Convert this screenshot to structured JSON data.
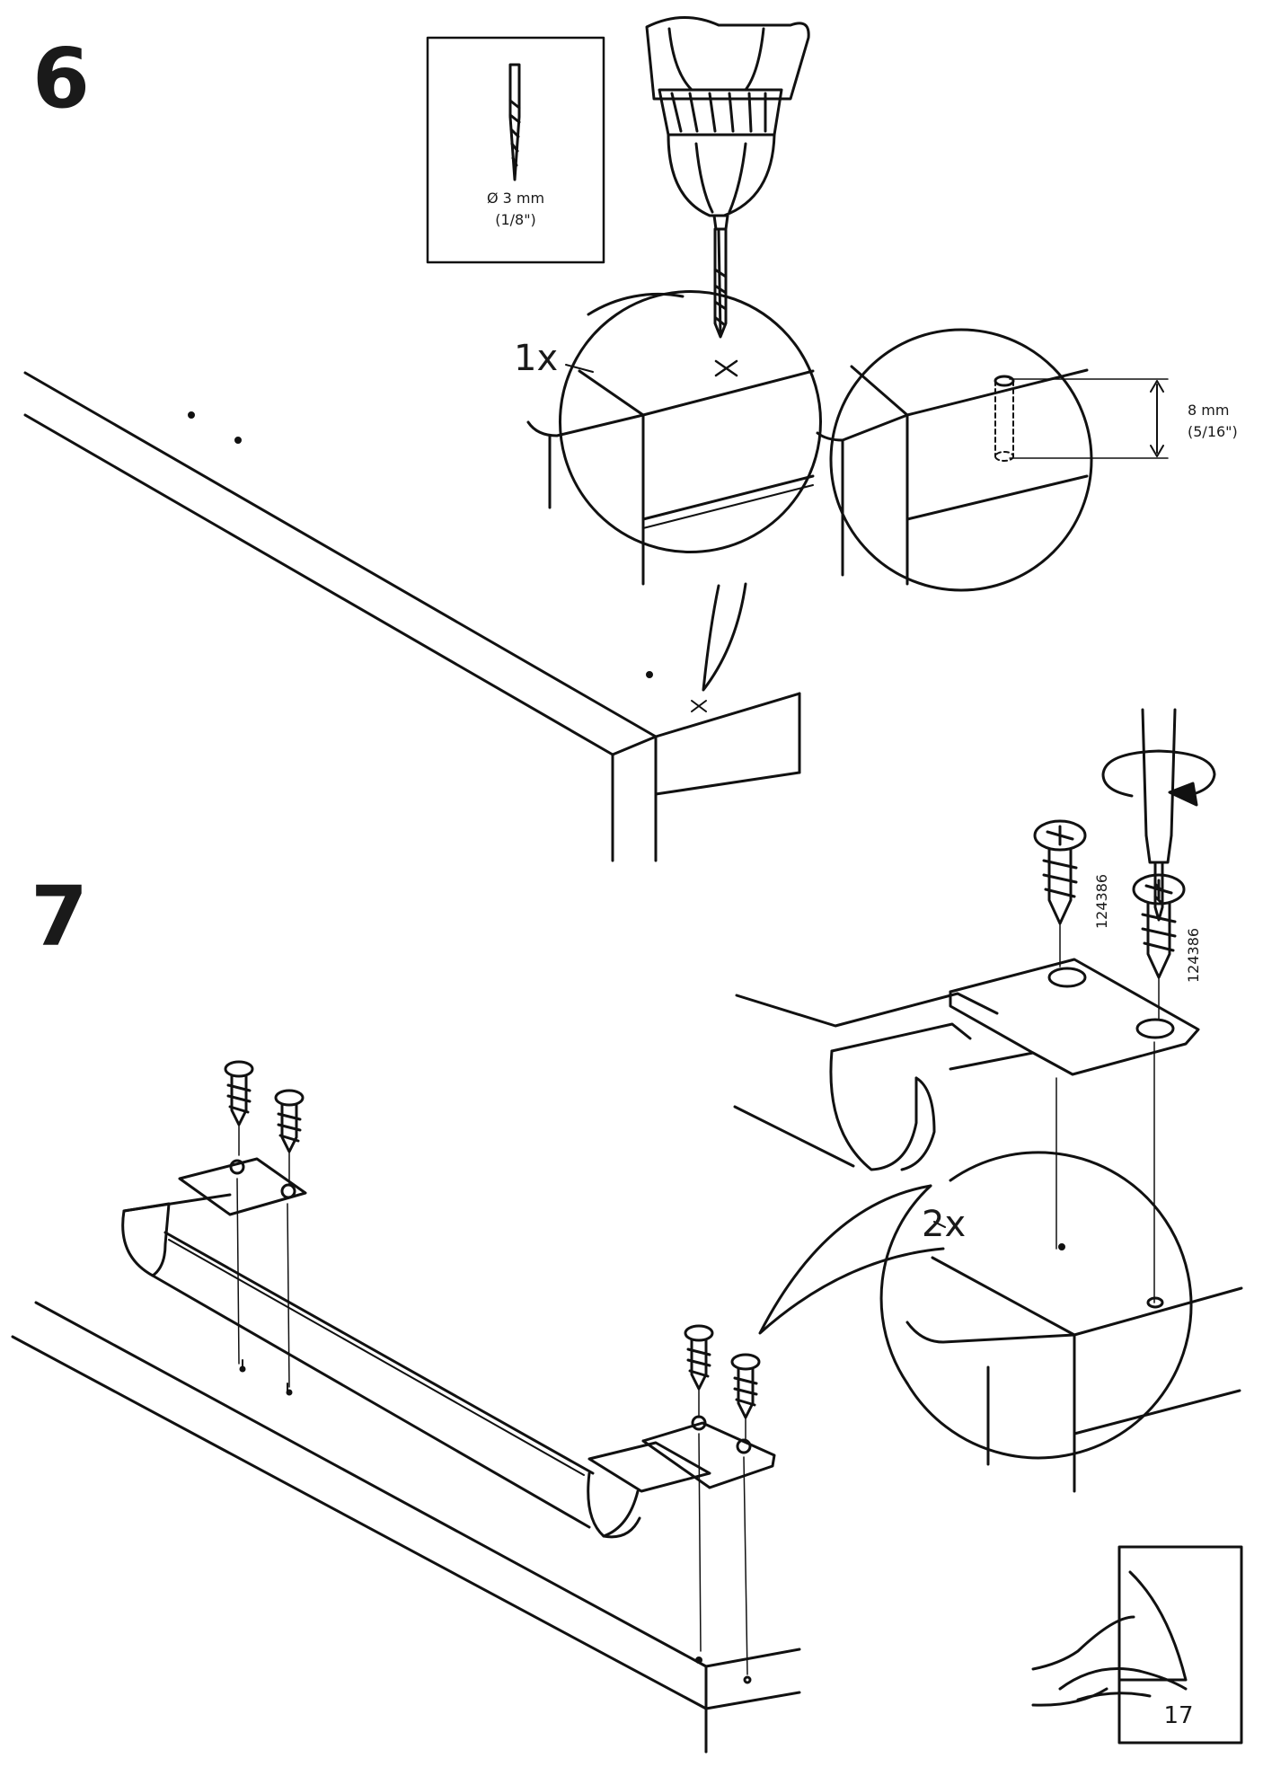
{
  "steps": [
    {
      "number": "6",
      "drill_bit": {
        "size": "Ø 3 mm",
        "size_imperial": "(1/8\")"
      },
      "quantity": "1x",
      "depth": {
        "metric": "8 mm",
        "imperial": "(5/16\")"
      }
    },
    {
      "number": "7",
      "quantity": "2x",
      "screw_part_number": "124386"
    }
  ],
  "page_number": "17",
  "icons": [
    "drill-icon",
    "drill-bit-icon",
    "screwdriver-icon",
    "rotation-arrow-icon",
    "screw-icon",
    "page-turn-hand-icon"
  ]
}
